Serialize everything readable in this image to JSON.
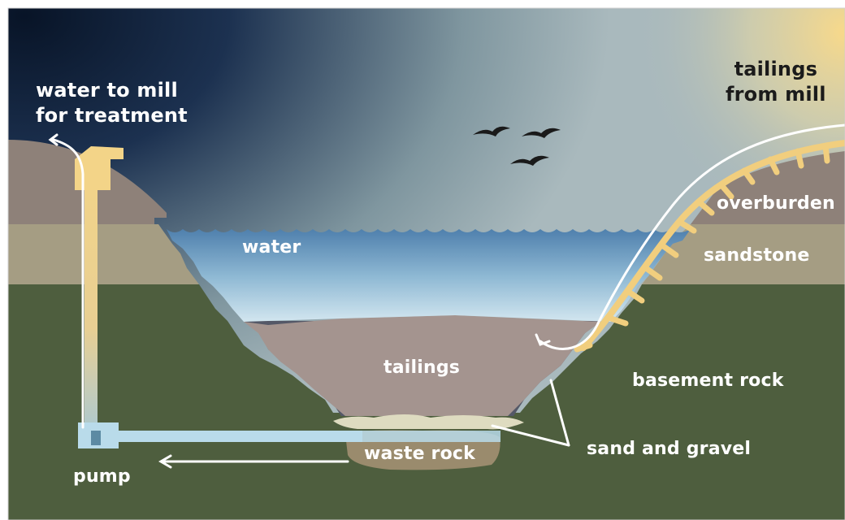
{
  "diagram": {
    "labels": {
      "water_to_mill": [
        "water to mill",
        "for treatment"
      ],
      "tailings_from_mill": [
        "tailings",
        "from mill"
      ],
      "overburden": "overburden",
      "sandstone": "sandstone",
      "water": "water",
      "tailings": "tailings",
      "basement_rock": "basement rock",
      "sand_and_gravel": "sand and gravel",
      "waste_rock": "waste rock",
      "pump": "pump"
    },
    "colors": {
      "sky_dark": "#0f1d33",
      "sky_light": "#a9b9bd",
      "sun_glow": "#f6d88c",
      "ground_top": "#8e8179",
      "sandstone": "#a59d83",
      "basement_rock": "#4e5e3e",
      "water_top": "#5a88b3",
      "water_bottom": "#cfe3ee",
      "tailings": "#a4948f",
      "dark_rim": "#545867",
      "sand_gravel": "#dedbc0",
      "waste_rock": "#9a8b6d",
      "pipe": "#f1ce7e",
      "pump_line": "#b9dbea",
      "arrow": "#ffffff"
    },
    "icons": [
      "bird-icon",
      "pump-house-icon",
      "arrow-icon"
    ]
  }
}
